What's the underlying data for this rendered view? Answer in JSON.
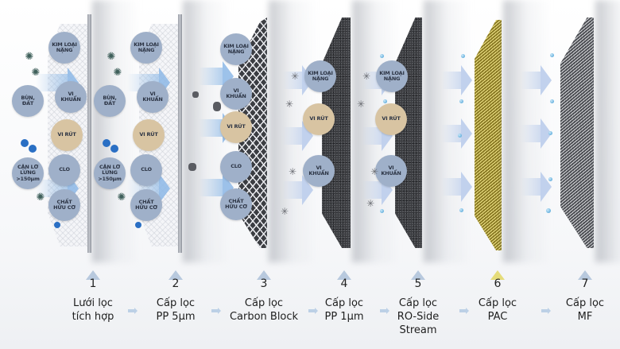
{
  "diagram": {
    "title_visible": false,
    "colors": {
      "contaminant_circle": "#9fb0c9",
      "virus_circle": "#d8c4a2",
      "arrow": "#8cb7e6",
      "pac_filter": "#a9982e",
      "carbon_filter": "#3b3d42"
    },
    "contaminants": {
      "kim_loai_nang": "KIM LOẠI\nNẶNG",
      "vi_khuan": "VI\nKHUẨN",
      "bun_dat": "BÙN,\nĐẤT",
      "vi_rut": "VI RÚT",
      "clo": "CLO",
      "can_lo_lung": "CẶN LƠ\nLỬNG\n>150µm",
      "chat_huu_co": "CHẤT\nHỮU CƠ"
    },
    "stages": [
      {
        "number": "1",
        "name": "Lưới lọc\ntích hợp"
      },
      {
        "number": "2",
        "name": "Cấp lọc\nPP 5µm"
      },
      {
        "number": "3",
        "name": "Cấp lọc\nCarbon Block"
      },
      {
        "number": "4",
        "name": "Cấp lọc\nPP 1µm"
      },
      {
        "number": "5",
        "name": "Cấp lọc\nRO-Side\nStream"
      },
      {
        "number": "6",
        "name": "Cấp lọc\nPAC"
      },
      {
        "number": "7",
        "name": "Cấp lọc\nMF"
      }
    ]
  }
}
